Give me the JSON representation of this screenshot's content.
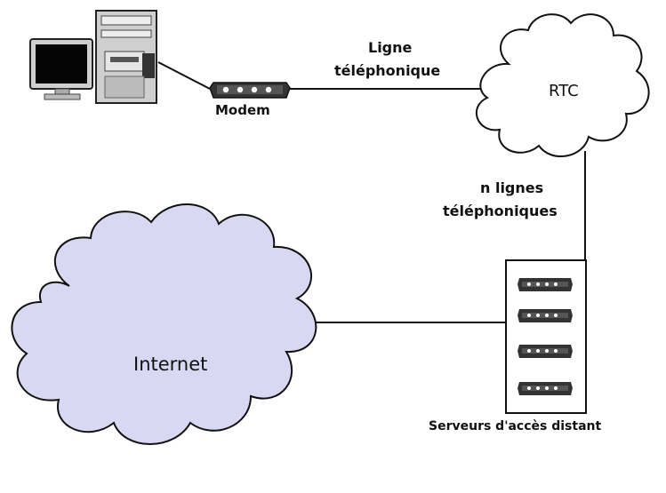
{
  "labels": {
    "modem": "Modem",
    "phone_line_1": "Ligne",
    "phone_line_2": "téléphonique",
    "pstn": "RTC",
    "n_lines_1": "n lignes",
    "n_lines_2": "téléphoniques",
    "internet": "Internet",
    "servers": "Serveurs d'accès distant"
  },
  "colors": {
    "cloud_pstn": "#ffffff",
    "cloud_internet": "#d8d8f2",
    "stroke": "#111111"
  },
  "icons": [
    "computer-icon",
    "modem-icon",
    "server-rack-icon",
    "cloud-icon"
  ]
}
